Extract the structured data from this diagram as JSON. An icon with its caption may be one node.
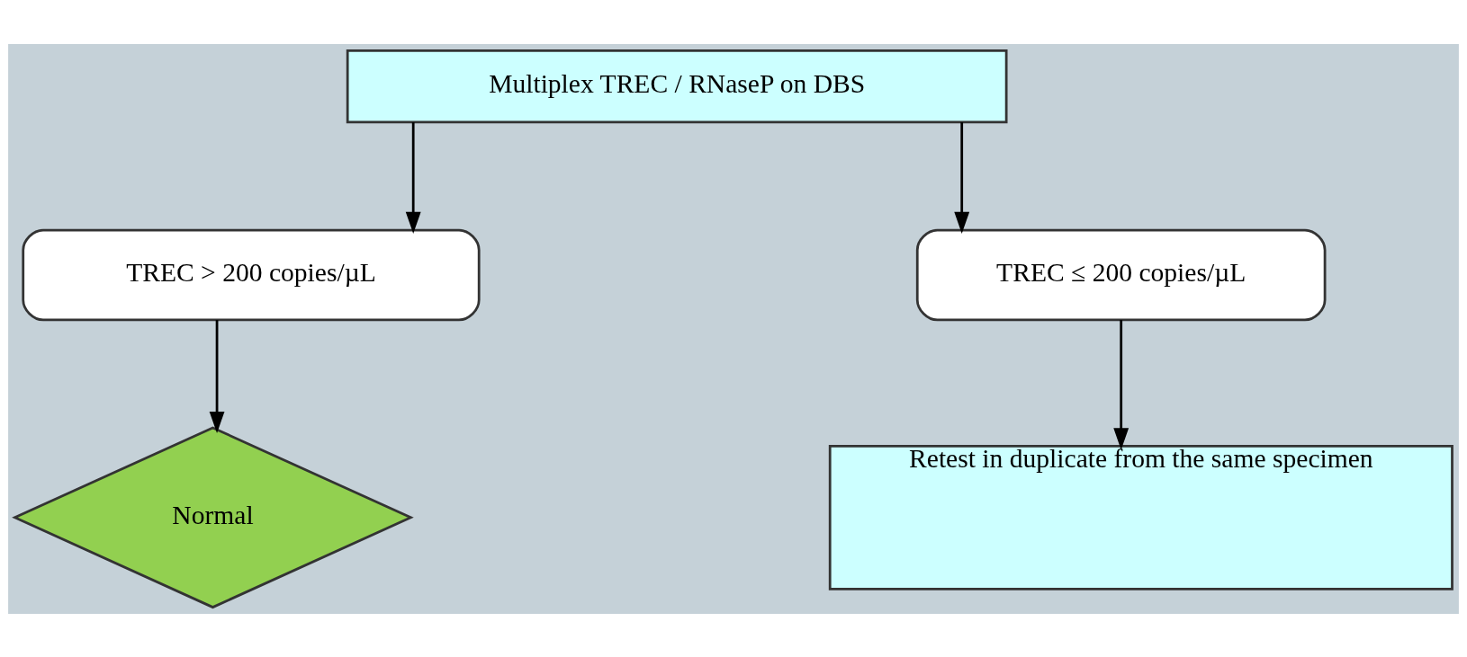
{
  "diagram": {
    "nodes": [
      {
        "text": [
          "Multiplex TREC / RNaseP on DBS"
        ]
      },
      {
        "text": [
          "TREC > 200 copies/µL"
        ]
      },
      {
        "text": [
          "TREC ≤ 200 copies/µL"
        ]
      },
      {
        "text": [
          "Normal"
        ]
      },
      {
        "text": [
          "Retest in duplicate from the same specimen"
        ]
      }
    ],
    "edges": [
      {
        "from": 0,
        "to": 1,
        "arrow": "to"
      },
      {
        "from": 0,
        "to": 2,
        "arrow": "to"
      },
      {
        "from": 1,
        "to": 3,
        "arrow": "to"
      },
      {
        "from": 2,
        "to": 4,
        "arrow": "to"
      }
    ]
  }
}
